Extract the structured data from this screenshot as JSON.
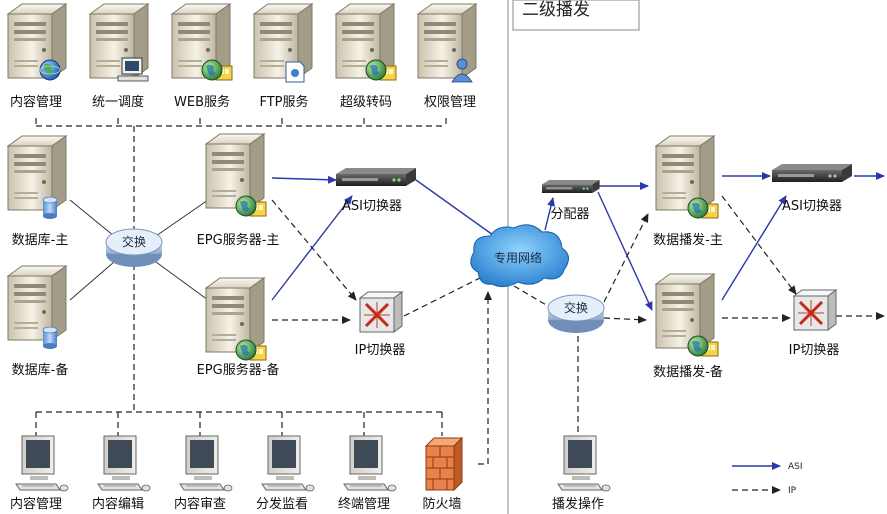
{
  "section_title": "二级播发",
  "colors": {
    "asi": "#2a3aa8",
    "ip": "#333333",
    "cloud": "#1e78c8",
    "panel_border": "#888888"
  },
  "top_servers": [
    {
      "label": "内容管理",
      "icon": "globe-icon"
    },
    {
      "label": "统一调度",
      "icon": "monitor-icon"
    },
    {
      "label": "WEB服务",
      "icon": "globe-icon"
    },
    {
      "label": "FTP服务",
      "icon": "document-icon"
    },
    {
      "label": "超级转码",
      "icon": "globe-icon"
    },
    {
      "label": "权限管理",
      "icon": "user-icon"
    }
  ],
  "databases": {
    "primary": "数据库-主",
    "backup": "数据库-备"
  },
  "epg": {
    "primary": "EPG服务器-主",
    "backup": "EPG服务器-备"
  },
  "switch_hub": "交换",
  "asi_switch": "ASI切换器",
  "ip_switch": "IP切换器",
  "network": "专用网络",
  "distributor": "分配器",
  "broadcast": {
    "primary": "数据播发-主",
    "backup": "数据播发-备"
  },
  "workstations": [
    "内容管理",
    "内容编辑",
    "内容审查",
    "分发监看",
    "终端管理"
  ],
  "firewall": "防火墙",
  "broadcast_operation": "播发操作",
  "legend": [
    {
      "label": "ASI",
      "style": "solid"
    },
    {
      "label": "IP",
      "style": "dashed"
    }
  ]
}
